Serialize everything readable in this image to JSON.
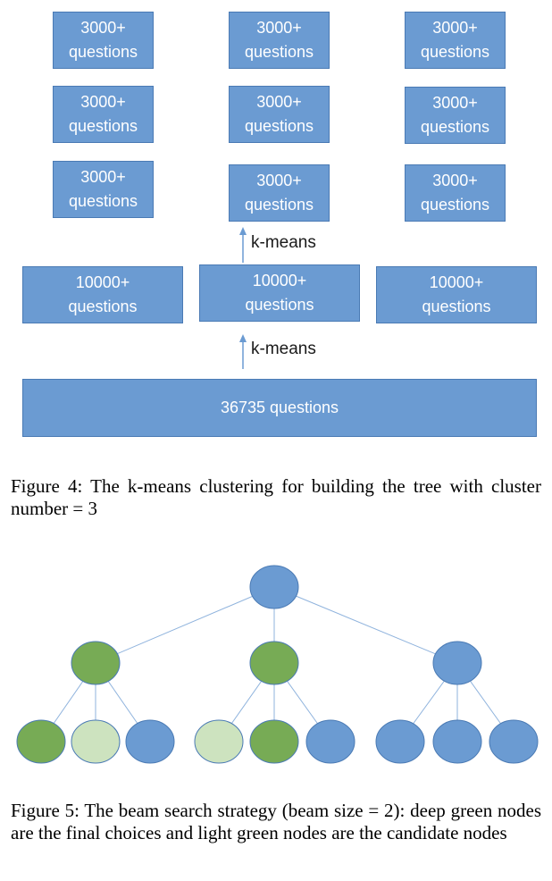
{
  "figure4": {
    "row3000": [
      "3000+",
      "questions"
    ],
    "row10000": [
      "10000+",
      "questions"
    ],
    "root_label": "36735 questions",
    "arrow_label": "k-means",
    "caption": "Figure 4: The k-means clustering for building the tree with cluster number = 3"
  },
  "figure5": {
    "colors": {
      "blue": "#6b9bd2",
      "deep_green": "#77ab55",
      "light_green": "#cde3bf",
      "edge": "#8fb3dd"
    },
    "level1_nodes": [
      "deep_green",
      "deep_green",
      "blue"
    ],
    "level2_nodes": [
      "deep_green",
      "light_green",
      "blue",
      "light_green",
      "deep_green",
      "blue",
      "blue",
      "blue",
      "blue"
    ],
    "caption": "Figure 5: The beam search strategy (beam size = 2): deep green nodes are the final choices and light green nodes are the candidate nodes"
  }
}
